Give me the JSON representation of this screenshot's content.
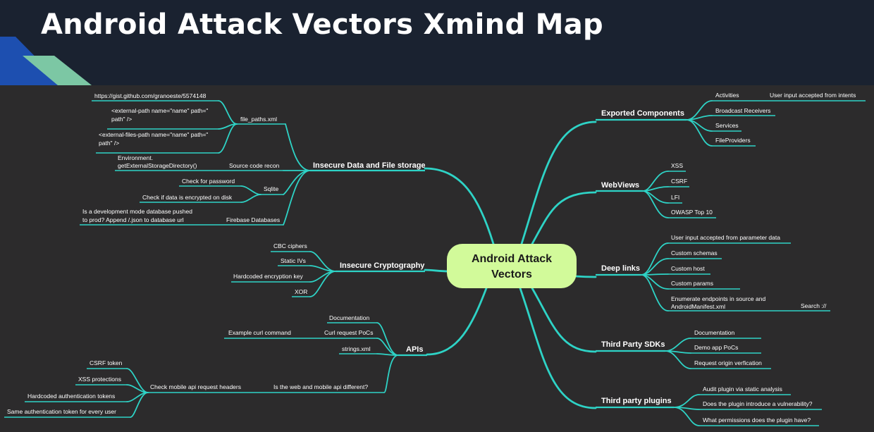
{
  "slide": {
    "title": "Android Attack Vectors Xmind Map",
    "colors": {
      "header_bg": "#1a2230",
      "canvas_bg": "#2c2b2c",
      "connector": "#2ed3c6",
      "central_node": "#d2fa9a",
      "deco_blue": "#1d4fb0",
      "deco_green": "#7cc7a4"
    }
  },
  "mindmap": {
    "center": {
      "line1": "Android Attack",
      "line2": "Vectors"
    },
    "insecure_data": {
      "label": "Insecure Data and File storage",
      "file_paths": {
        "label": "file_paths.xml",
        "gist": "https://gist.github.com/granoeste/5574148",
        "external_path": {
          "line1": "<external-path name=\"name\" path=\"",
          "line2": "path\" />"
        },
        "external_files_path": {
          "line1": "<external-files-path name=\"name\" path=\"",
          "line2": "path\" />"
        }
      },
      "source_recon": {
        "label": "Source code recon",
        "item": {
          "line1": "Environment.",
          "line2": "getExternalStorageDirectory()"
        }
      },
      "sqlite": {
        "label": "Sqlite",
        "items": [
          "Check for password",
          "Check if data is encrypted on disk"
        ]
      },
      "firebase": {
        "label": "Firebase Databases",
        "item": {
          "line1": "Is a development mode database pushed",
          "line2": "to prod? Append /.json to database url"
        }
      }
    },
    "crypto": {
      "label": "Insecure Cryptography",
      "items": [
        "CBC ciphers",
        "Static IVs",
        "Hardcoded encryption key",
        "XOR"
      ]
    },
    "apis": {
      "label": "APIs",
      "documentation": "Documentation",
      "curl": {
        "label": "Curl request PoCs",
        "child": "Example curl command"
      },
      "strings": "strings.xml",
      "web_vs_mobile": {
        "label": "Is the web and mobile api different?",
        "headers": {
          "label": "Check mobile api request headers",
          "items": [
            "CSRF token",
            "XSS protections",
            "Hardcoded authentication tokens",
            "Same authentication token for every user"
          ]
        }
      }
    },
    "exported": {
      "label": "Exported Components",
      "activities": "Activities",
      "activities_child": "User input accepted from intents",
      "items": [
        "Broadcast Receivers",
        "Services",
        "FileProviders"
      ]
    },
    "webviews": {
      "label": "WebViews",
      "items": [
        "XSS",
        "CSRF",
        "LFI",
        "OWASP Top 10"
      ]
    },
    "deeplinks": {
      "label": "Deep links",
      "items": [
        "User input accepted from parameter data",
        "Custom schemas",
        "Custom host",
        "Custom params"
      ],
      "enumerate": {
        "line1": "Enumerate endpoints in source and",
        "line2": "AndroidManifest.xml"
      },
      "search": "Search ://"
    },
    "sdks": {
      "label": "Third Party SDKs",
      "items": [
        "Documentation",
        "Demo app PoCs",
        "Request origin verfication"
      ]
    },
    "plugins": {
      "label": "Third party plugins",
      "items": [
        "Audit plugin via static analysis",
        "Does the plugin introduce a vulnerability?",
        "What permissions does the plugin have?"
      ]
    }
  }
}
